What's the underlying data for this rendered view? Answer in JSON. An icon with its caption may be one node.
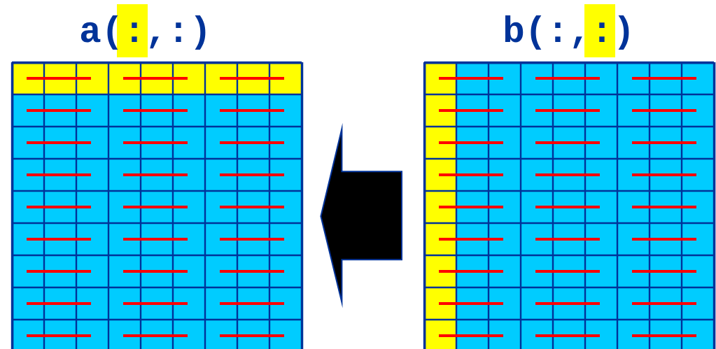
{
  "diagram": {
    "nodes": [
      {
        "text": [
          "a(:,:)"
        ]
      },
      {
        "text": [
          "b(:,:)"
        ]
      }
    ],
    "edges": [
      {
        "from": 1,
        "to": 0,
        "arrow": "to"
      }
    ]
  }
}
